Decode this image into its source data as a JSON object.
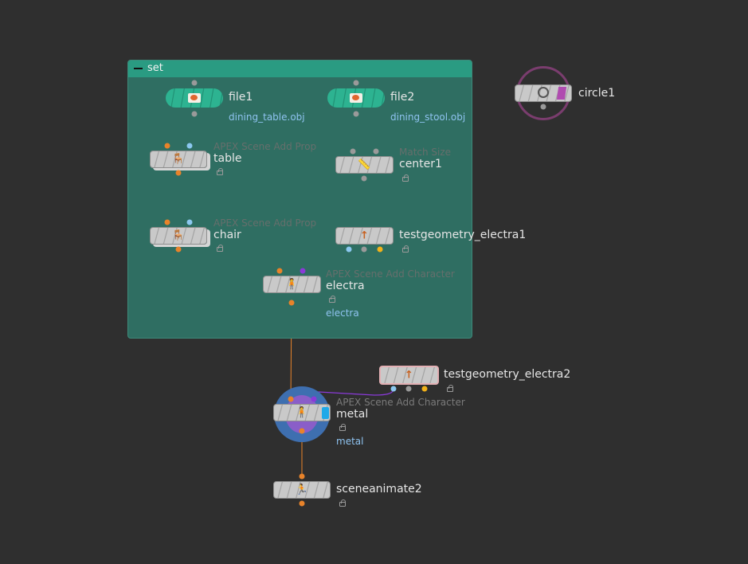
{
  "network_box": {
    "title": "set"
  },
  "nodes": {
    "file1": {
      "name": "file1",
      "comment": "dining_table.obj",
      "icon": "file-icon"
    },
    "file2": {
      "name": "file2",
      "comment": "dining_stool.obj",
      "icon": "file-icon"
    },
    "table": {
      "name": "table",
      "type": "APEX Scene Add Prop",
      "icon": "apex-prop-icon"
    },
    "center1": {
      "name": "center1",
      "type": "Match Size",
      "icon": "match-size-icon"
    },
    "chair": {
      "name": "chair",
      "type": "APEX Scene Add Prop",
      "icon": "apex-prop-icon"
    },
    "testgeometry_electra1": {
      "name": "testgeometry_electra1",
      "icon": "test-geometry-icon"
    },
    "electra": {
      "name": "electra",
      "type": "APEX Scene Add Character",
      "comment": "electra",
      "icon": "apex-character-icon"
    },
    "circle1": {
      "name": "circle1",
      "icon": "circle-icon"
    },
    "testgeometry_electra2": {
      "name": "testgeometry_electra2",
      "icon": "test-geometry-icon"
    },
    "metal": {
      "name": "metal",
      "type": "APEX Scene Add Character",
      "comment": "metal",
      "icon": "apex-character-icon"
    },
    "sceneanimate2": {
      "name": "sceneanimate2",
      "icon": "scene-animate-icon"
    }
  },
  "colors": {
    "background": "#2f2f2f",
    "network_box": "#2f6e62",
    "network_box_header": "#2a9b82",
    "wire_orange": "#e8832a",
    "wire_blue": "#8cc8f0",
    "wire_purple": "#8a3ad8",
    "comment_text": "#8fc3f0",
    "display_flag": "#1fa9e8",
    "template_flag": "#b04bb0"
  }
}
